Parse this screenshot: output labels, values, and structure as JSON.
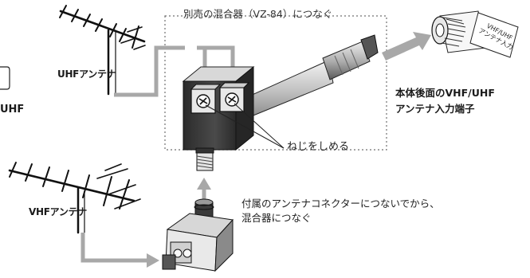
{
  "labels": {
    "mixer_caption": "別売の混合器（VZ-84）につなぐ",
    "uhf_antenna": "UHFアンテナ",
    "uhf_left_partial": "UHF",
    "vhf_antenna": "VHFアンテナ",
    "rear_input_line1": "本体後面のVHF/UHF",
    "rear_input_line2": "アンテナ入力端子",
    "tighten_screws": "ねじをしめる",
    "connector_note_line1": "付属のアンテナコネクターにつないでから、",
    "connector_note_line2": "混合器につなぐ",
    "jack_label_line1": "VHF/UHF",
    "jack_label_line2": "アンテナ入力"
  },
  "colors": {
    "arrow_gray": "#a8a8a8",
    "device_dark": "#3a3a3a",
    "device_light": "#e6e6e6",
    "outline": "#1e1e1e",
    "dotted_box": "#707070"
  }
}
